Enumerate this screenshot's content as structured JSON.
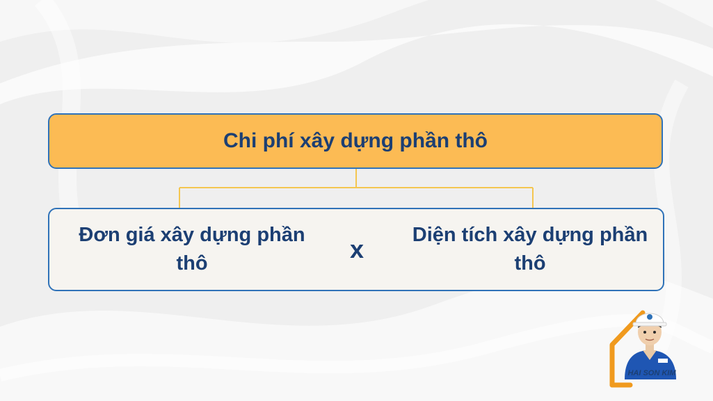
{
  "diagram": {
    "title": "Chi phí xây dựng phần thô",
    "left_term": "Đơn giá xây dựng phần thô",
    "operator": "x",
    "right_term": "Diện tích xây dựng phần thô"
  },
  "brand": {
    "name": "HAI SON KIM"
  },
  "colors": {
    "accent": "#fcbb54",
    "border": "#2f72b8",
    "text": "#1c3f73",
    "connector": "#f4c650"
  }
}
